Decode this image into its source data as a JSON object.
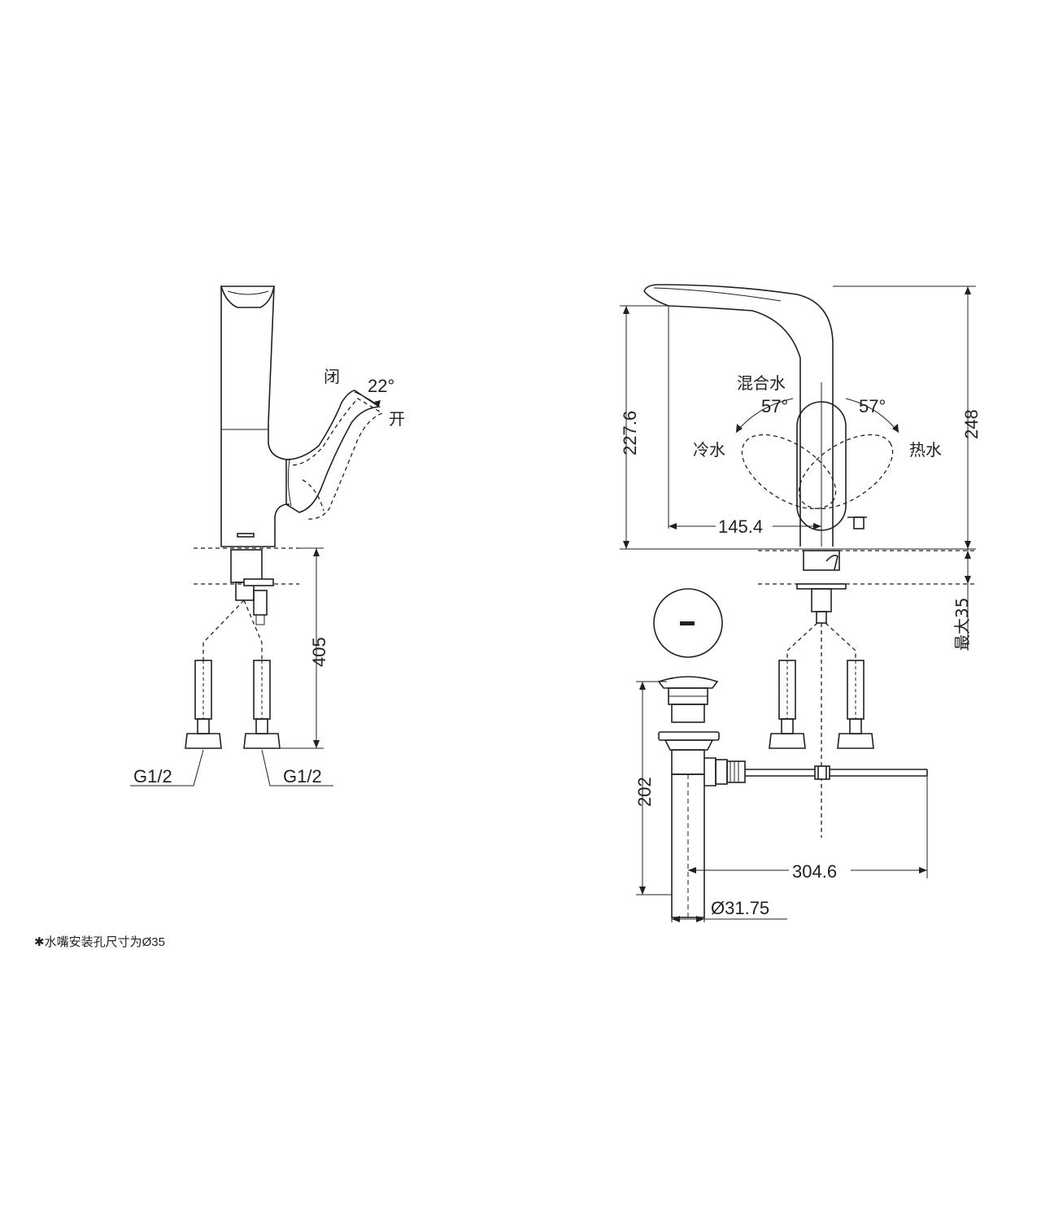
{
  "side_view": {
    "label_close": "闭",
    "label_angle": "22°",
    "label_open": "开",
    "dim_height": "405",
    "thread_left": "G1/2",
    "thread_right": "G1/2"
  },
  "front_view": {
    "label_mix": "混合水",
    "angle_left": "57°",
    "angle_right": "57°",
    "label_cold": "冷水",
    "label_hot": "热水",
    "dim_spout_height": "227.6",
    "dim_total_height": "248",
    "dim_reach": "145.4",
    "dim_max_deck": "最大35"
  },
  "drain_view": {
    "dim_drain_height": "202",
    "dim_rod_length": "304.6",
    "dim_diameter": "Ø31.75"
  },
  "footnote": "✱水嘴安装孔尺寸为Ø35"
}
